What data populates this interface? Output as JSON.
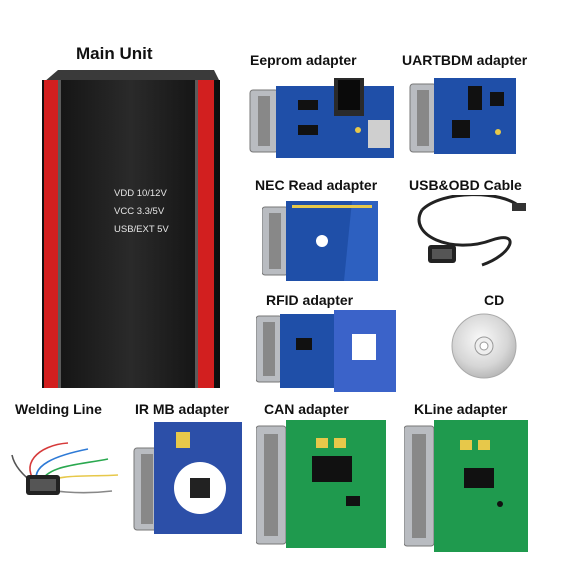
{
  "labels": {
    "main_unit": "Main Unit",
    "eeprom": "Eeprom adapter",
    "uartbdm": "UARTBDM adapter",
    "nec": "NEC Read adapter",
    "usb_obd": "USB&OBD Cable",
    "rfid": "RFID adapter",
    "cd": "CD",
    "welding": "Welding Line",
    "ir_mb": "IR MB adapter",
    "can": "CAN adapter",
    "kline": "KLine adapter"
  },
  "main_unit_text": {
    "line1": "VDD 10/12V",
    "line2": "VCC 3.3/5V",
    "line3": "USB/EXT 5V"
  },
  "colors": {
    "unit_body": "#1b1b1b",
    "unit_stripe": "#d21f1f",
    "blue_pcb": "#1f4fa8",
    "green_pcb": "#1f9a4e",
    "connector": "#b9bcc1"
  }
}
